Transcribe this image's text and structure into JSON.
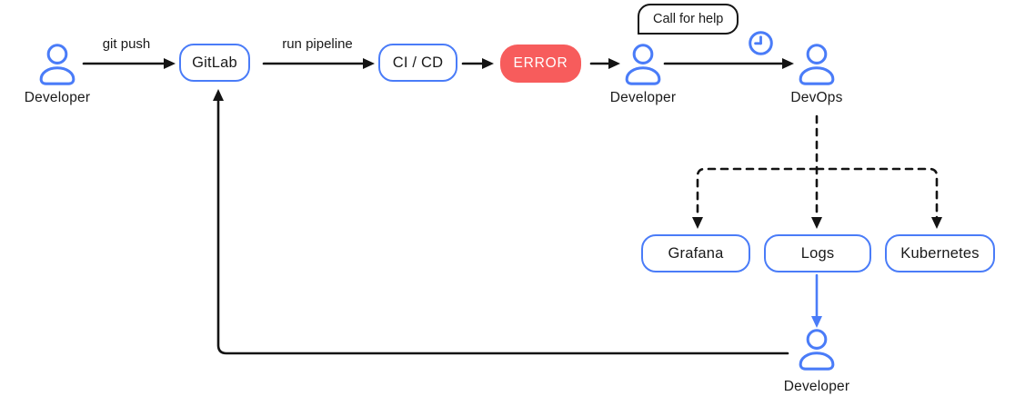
{
  "colors": {
    "blue": "#4A7CF8",
    "red": "#F75C5C",
    "line": "#141414"
  },
  "actors": {
    "developer_start": "Developer",
    "developer_notified": "Developer",
    "devops": "DevOps",
    "developer_reads": "Developer"
  },
  "nodes": {
    "gitlab": "GitLab",
    "cicd": "CI / CD",
    "error": "ERROR",
    "grafana": "Grafana",
    "logs": "Logs",
    "kubernetes": "Kubernetes"
  },
  "edge_labels": {
    "git_push": "git push",
    "run_pipeline": "run pipeline"
  },
  "callout": "Call for help",
  "icons": {
    "person": "person-icon",
    "clock": "clock-icon"
  }
}
